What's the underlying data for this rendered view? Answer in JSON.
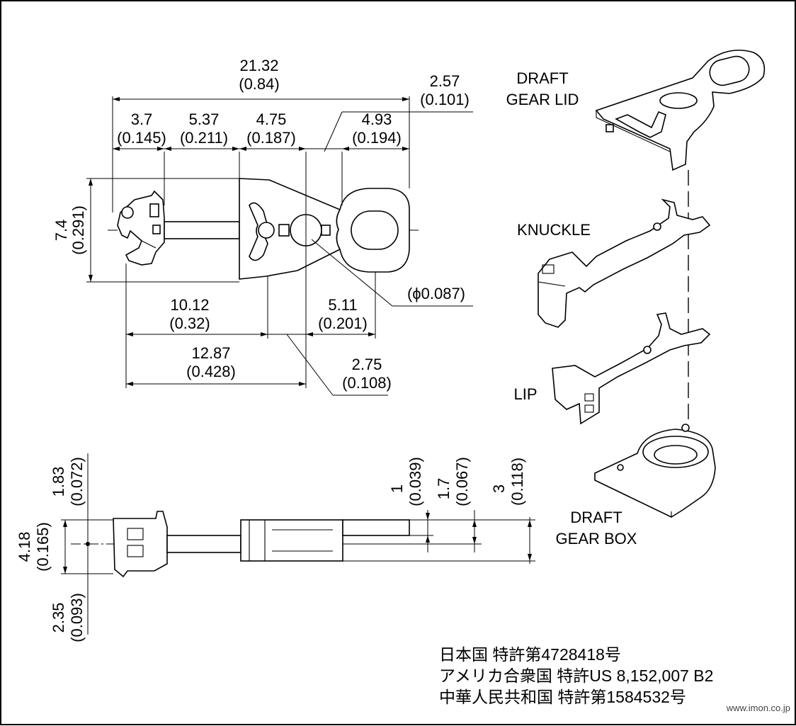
{
  "dimensions": {
    "overall_length": {
      "mm": "21.32",
      "inch": "(0.84)"
    },
    "tail": {
      "mm": "2.57",
      "inch": "(0.101)"
    },
    "d1": {
      "mm": "3.7",
      "inch": "(0.145)"
    },
    "d2": {
      "mm": "5.37",
      "inch": "(0.211)"
    },
    "d3": {
      "mm": "4.75",
      "inch": "(0.187)"
    },
    "d4": {
      "mm": "4.93",
      "inch": "(0.194)"
    },
    "height": {
      "mm": "7.4",
      "inch": "(0.291)"
    },
    "d5": {
      "mm": "10.12",
      "inch": "(0.32)"
    },
    "d6": {
      "mm": "5.11",
      "inch": "(0.201)"
    },
    "hole": {
      "text": "(ϕ0.087)"
    },
    "d7": {
      "mm": "12.87",
      "inch": "(0.428)"
    },
    "d8": {
      "mm": "2.75",
      "inch": "(0.108)"
    },
    "side_top": {
      "mm": "1.83",
      "inch": "(0.072)"
    },
    "side_body": {
      "mm": "4.18",
      "inch": "(0.165)"
    },
    "side_bottom": {
      "mm": "2.35",
      "inch": "(0.093)"
    },
    "thick1": {
      "mm": "1",
      "inch": "(0.039)"
    },
    "thick2": {
      "mm": "1.7",
      "inch": "(0.067)"
    },
    "thick3": {
      "mm": "3",
      "inch": "(0.118)"
    }
  },
  "parts": {
    "lid_line1": "DRAFT",
    "lid_line2": "GEAR LID",
    "knuckle": "KNUCKLE",
    "lip": "LIP",
    "box_line1": "DRAFT",
    "box_line2": "GEAR BOX"
  },
  "patents": [
    "日本国 特許第4728418号",
    "アメリカ合衆国 特許US 8,152,007 B2",
    "中華人民共和国 特許第1584532号"
  ],
  "website": "www.imon.co.jp"
}
